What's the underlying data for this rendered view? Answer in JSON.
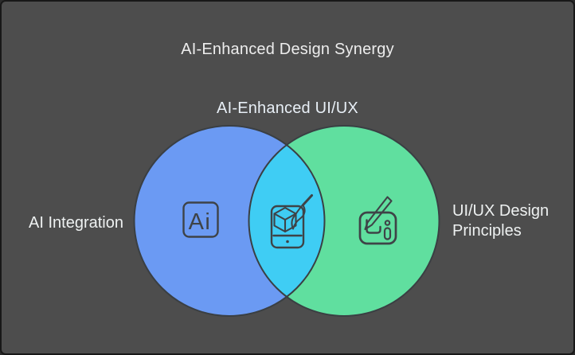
{
  "frame": {
    "background": "#4d4d4d",
    "border_color": "#181818"
  },
  "title": {
    "text": "AI-Enhanced Design Synergy",
    "color": "#ededed"
  },
  "diagram": {
    "type": "venn",
    "circle_stroke_color": "#3a3f43",
    "icon_stroke_color": "#3e4347",
    "left": {
      "label": "AI Integration",
      "color": "#6b9af3",
      "icon": "ai-app-badge-icon",
      "icon_text": "Ai"
    },
    "right": {
      "label": "UI/UX Design Principles",
      "color": "#60df9f",
      "icon": "canvas-pencil-edit-icon"
    },
    "intersection": {
      "label": "AI-Enhanced UI/UX",
      "color": "#3fcdf4",
      "icon": "smartphone-cube-paintbrush-icon"
    }
  }
}
